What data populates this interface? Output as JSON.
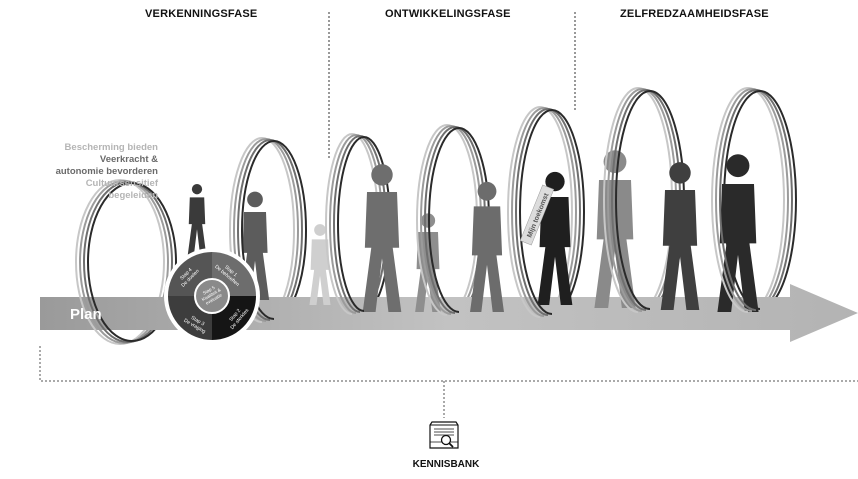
{
  "phases": {
    "verkenning": "VERKENNINGSFASE",
    "ontwikkeling": "ONTWIKKELINGSFASE",
    "zelfredzaamheid": "ZELFREDZAAMHEIDSFASE"
  },
  "side_labels": {
    "line1": "Bescherming bieden",
    "line2": "Veerkracht &",
    "line3": "autonomie bevorderen",
    "line4": "Cultuursensitief",
    "line5": "begeleiden"
  },
  "arrow": {
    "label": "Plan"
  },
  "cycle": {
    "step1": [
      "Stap 1",
      "De behoeften"
    ],
    "step2": [
      "Stap 2",
      "De sterktes"
    ],
    "step3": [
      "Stap 3",
      "De vraging"
    ],
    "step4": [
      "Stap 4",
      "De doelen"
    ],
    "center": [
      "Stap 5",
      "Kwaliteit &",
      "evaluatie"
    ]
  },
  "banner_text": "Mijn toekomst",
  "knowledge_bank": {
    "label": "KENNISBANK",
    "icon": "book-search-icon"
  }
}
